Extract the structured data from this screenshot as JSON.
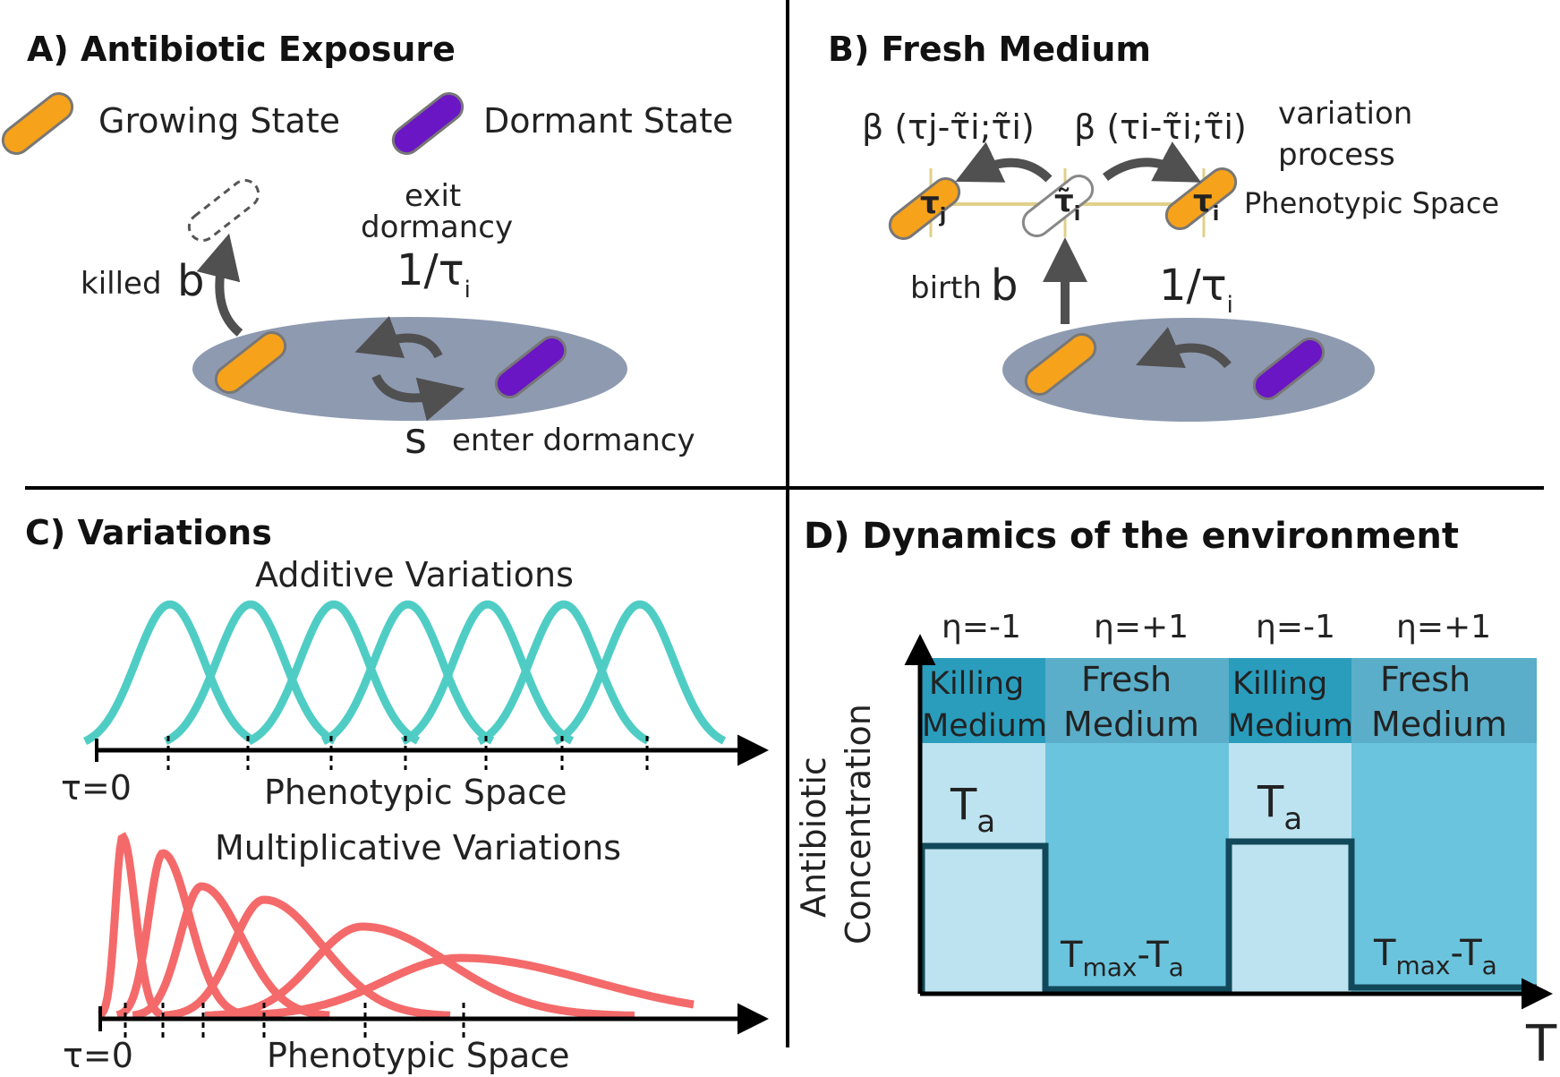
{
  "panel_a": {
    "title": "A) Antibiotic Exposure",
    "legend_growing": "Growing State",
    "legend_dormant": "Dormant State",
    "killed_label": "killed",
    "killed_rate": "b",
    "exit_line1": "exit",
    "exit_line2": "dormancy",
    "exit_rate": "1/τ",
    "exit_rate_sub": "i",
    "enter_rate": "s",
    "enter_label": "enter dormancy"
  },
  "panel_b": {
    "title": "B) Fresh Medium",
    "variation_left": "β (τj-τ̃i;τ̃i)",
    "variation_right": "β (τi-τ̃i;τ̃i)",
    "variation_line1": "variation",
    "variation_line2": "process",
    "phenotypic_space": "Phenotypic Space",
    "tau_j": "τ",
    "tau_j_sub": "j",
    "tau_tilde": "τ̃",
    "tau_tilde_sub": "i",
    "tau_i": "τ",
    "tau_i_sub": "i",
    "birth_label": "birth",
    "birth_rate": "b",
    "exit_rate": "1/τ",
    "exit_rate_sub": "i"
  },
  "panel_c": {
    "title": "C) Variations",
    "additive_title": "Additive Variations",
    "multiplicative_title": "Multiplicative Variations",
    "axis_label": "Phenotypic Space",
    "origin_label": "τ=0",
    "additive_color": "#4fcdc5",
    "multiplicative_color": "#f46a6a"
  },
  "panel_d": {
    "title": "D) Dynamics of the environment",
    "y_label_line1": "Antibiotic",
    "y_label_line2": "Concentration",
    "x_label": "T",
    "phases": [
      {
        "eta": "η=-1",
        "medium_line1": "Killing",
        "medium_line2": "Medium",
        "duration": "T",
        "duration_sub": "a"
      },
      {
        "eta": "η=+1",
        "medium_line1": "Fresh",
        "medium_line2": "Medium",
        "duration": "T",
        "duration_sub": "max",
        "duration_tail": "-T",
        "duration_tail_sub": "a"
      },
      {
        "eta": "η=-1",
        "medium_line1": "Killing",
        "medium_line2": "Medium",
        "duration": "T",
        "duration_sub": "a"
      },
      {
        "eta": "η=+1",
        "medium_line1": "Fresh",
        "medium_line2": "Medium",
        "duration": "T",
        "duration_sub": "max",
        "duration_tail": "-T",
        "duration_tail_sub": "a"
      }
    ]
  },
  "colors": {
    "growing": "#f7a21b",
    "dormant": "#6a16c4",
    "ellipse": "#8e9ab0",
    "arrow": "#505050",
    "killing_band": "#2a9dbd",
    "fresh_band": "#5aaec9",
    "killing_bg": "#bde3f0",
    "fresh_bg": "#6bc4dd",
    "antibiotic_line": "#12495a"
  }
}
